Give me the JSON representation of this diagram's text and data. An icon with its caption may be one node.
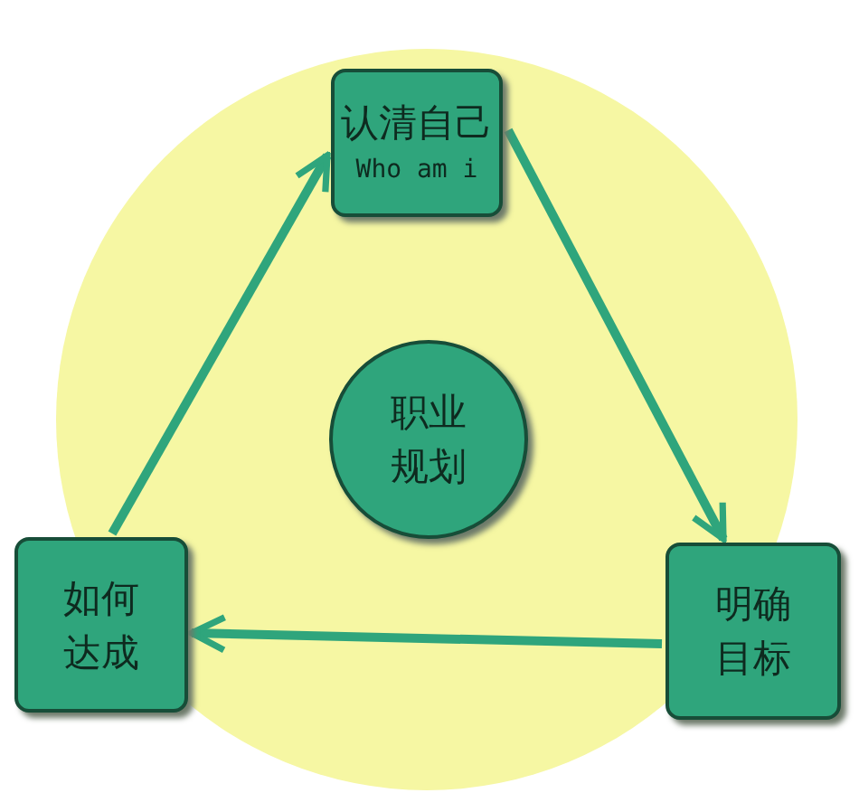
{
  "diagram": {
    "nodes": [
      {
        "text": [
          "认清自己",
          "Who am i"
        ]
      },
      {
        "text": [
          "职业规划"
        ]
      },
      {
        "text": [
          "如何达成"
        ]
      },
      {
        "text": [
          "明确目标"
        ]
      }
    ],
    "edges": [
      {
        "from": 0,
        "to": 3,
        "arrow": "to"
      },
      {
        "from": 3,
        "to": 2,
        "arrow": "to"
      },
      {
        "from": 2,
        "to": 0,
        "arrow": "to"
      }
    ]
  }
}
